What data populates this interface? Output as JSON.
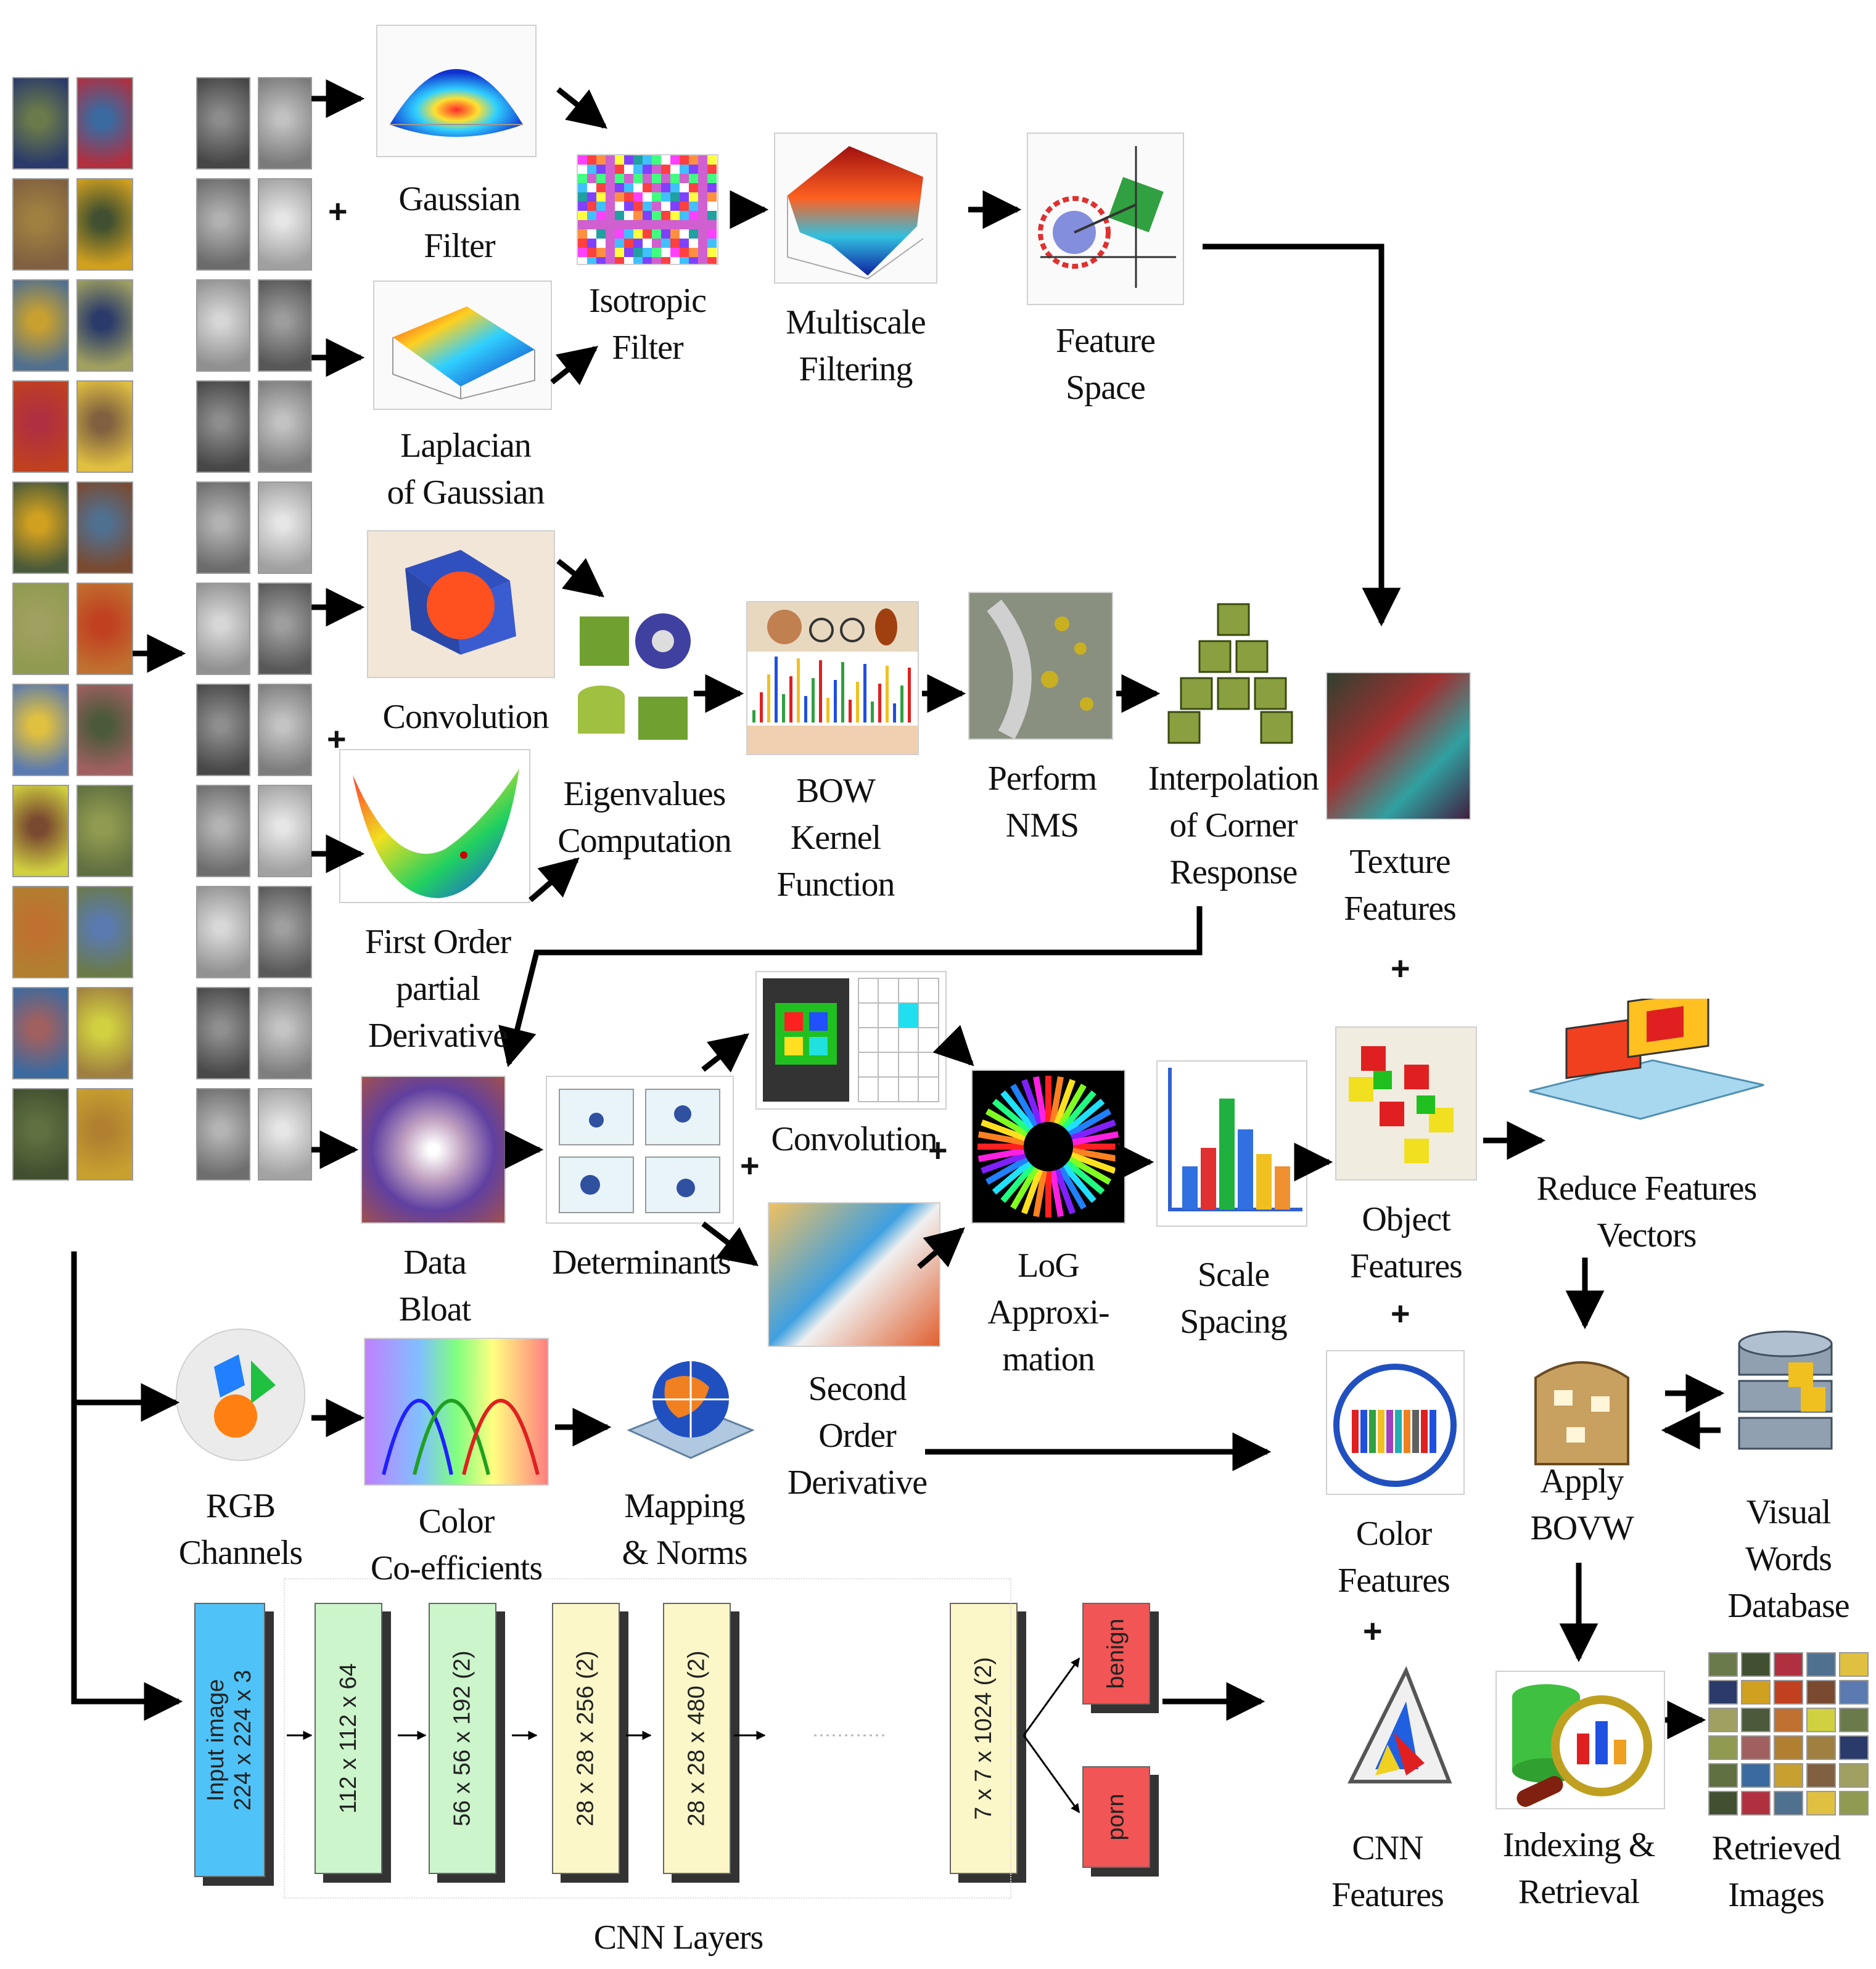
{
  "labels": {
    "gaussian_filter": "Gaussian\nFilter",
    "laplacian": "Laplacian\nof Gaussian",
    "isotropic_filter": "Isotropic\nFilter",
    "multiscale_filtering": "Multiscale\nFiltering",
    "feature_space": "Feature\nSpace",
    "convolution_1": "Convolution",
    "first_order": "First Order\npartial\nDerivative",
    "eigenvalues": "Eigenvalues\nComputation",
    "bow_kernel": "BOW\nKernel\nFunction",
    "perform_nms": "Perform\nNMS",
    "interpolation": "Interpolation\nof Corner\nResponse",
    "texture_features": "Texture\nFeatures",
    "data_bloat": "Data\nBloat",
    "determinants": "Determinants",
    "convolution_2": "Convolution",
    "second_order": "Second\nOrder\nDerivative",
    "log_approx": "LoG\nApproxi-\nmation",
    "scale_spacing": "Scale\nSpacing",
    "object_features": "Object\nFeatures",
    "reduce_features": "Reduce Features\nVectors",
    "rgb_channels": "RGB\nChannels",
    "color_coefficients": "Color\nCo-efficients",
    "mapping_norms": "Mapping\n& Norms",
    "color_features": "Color\nFeatures",
    "apply_bovw": "Apply\nBOVW",
    "visual_words_db": "Visual\nWords\nDatabase",
    "cnn_features": "CNN\nFeatures",
    "indexing_retrieval": "Indexing &\nRetrieval",
    "retrieved_images": "Retrieved\nImages",
    "cnn_layers": "CNN Layers"
  },
  "cnn": {
    "layers": [
      {
        "text": "Input image\n224 x 224 x 3",
        "color": "#4fc3f7"
      },
      {
        "text": "112 x 112 x 64",
        "color": "#ccf5cc"
      },
      {
        "text": "56 x 56 x 192 (2)",
        "color": "#ccf5cc"
      },
      {
        "text": "28 x 28 x 256 (2)",
        "color": "#fbf7c8"
      },
      {
        "text": "28 x 28 x 480 (2)",
        "color": "#fbf7c8"
      },
      {
        "text": "7 x 7 x 1024 (2)",
        "color": "#fbf7c8"
      }
    ],
    "outputs": [
      {
        "text": "benign",
        "color": "#f25555"
      },
      {
        "text": "porn",
        "color": "#f25555"
      }
    ]
  },
  "colors": {
    "arrow": "#000000",
    "gaussian_peak": "#ff3030",
    "gaussian_base": "#1040e0"
  }
}
